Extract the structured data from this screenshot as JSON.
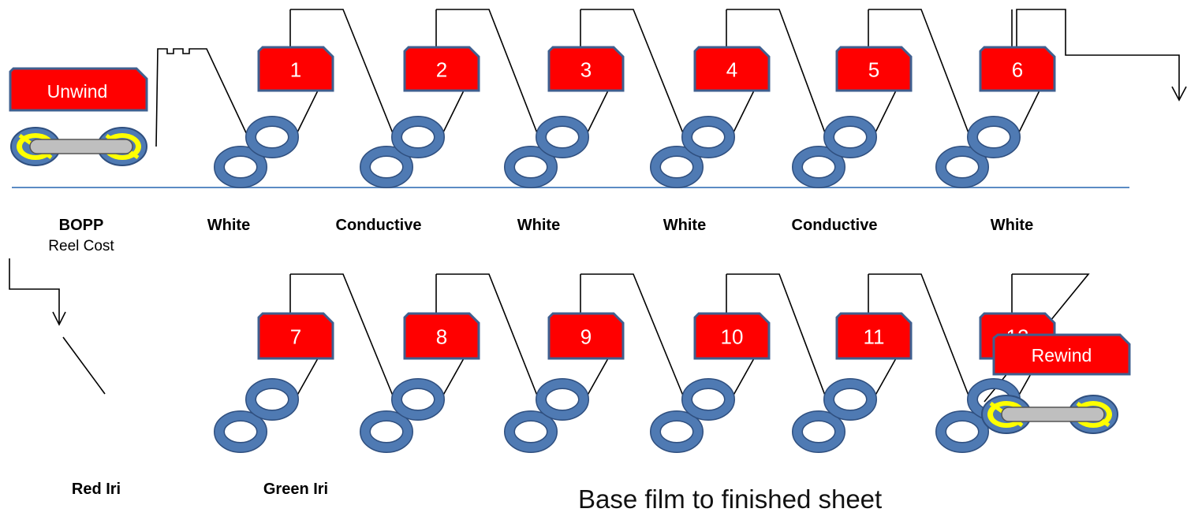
{
  "unwind_label": "Unwind",
  "rewind_label": "Rewind",
  "units": [
    "1",
    "2",
    "3",
    "4",
    "5",
    "6",
    "7",
    "8",
    "9",
    "10",
    "11",
    "12"
  ],
  "row1_labels": [
    "BOPP",
    "White",
    "Conductive",
    "White",
    "White",
    "Conductive",
    "White"
  ],
  "reel_cost_label": "Reel Cost",
  "row2_labels": [
    "Red Iri",
    "Green Iri"
  ],
  "caption": "Base film to finished sheet",
  "colors": {
    "unit_fill": "#ff0000",
    "unit_border": "#3f5f8f",
    "roller_stroke": "#4f7ab3",
    "roller_border": "#2f4f7f",
    "reel_yellow": "#ffff00",
    "core_gray": "#bfbfbf",
    "web_line": "#000000",
    "baseline": "#5b8bc4"
  }
}
